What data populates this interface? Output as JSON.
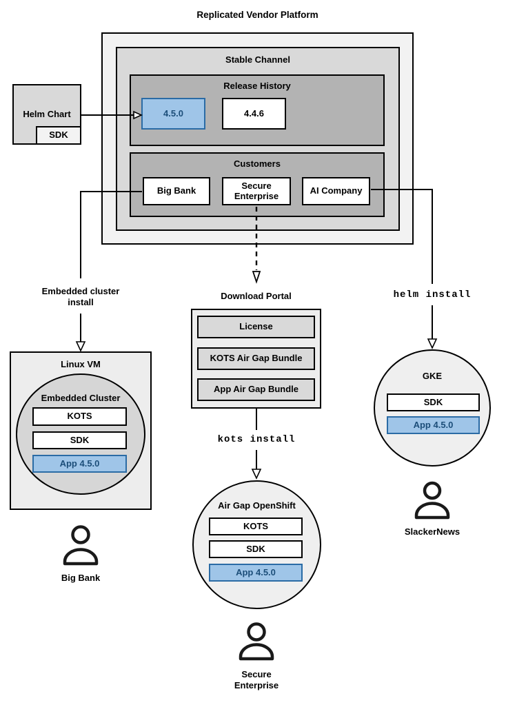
{
  "title": "Replicated Vendor Platform",
  "colors": {
    "highlight_fill": "#9fc5e8",
    "highlight_border": "#2a6ba5",
    "highlight_text": "#1c4e79",
    "panel_light": "#f2f2f2",
    "panel_mid": "#d9d9d9",
    "panel_dark": "#b3b3b3"
  },
  "stable_channel": {
    "label": "Stable Channel"
  },
  "release_history": {
    "label": "Release History",
    "releases": [
      "4.5.0",
      "4.4.6"
    ],
    "highlighted_release": "4.5.0"
  },
  "customers": {
    "label": "Customers",
    "items": [
      "Big Bank",
      "Secure Enterprise",
      "AI Company"
    ]
  },
  "helm_chart": {
    "label": "Helm Chart",
    "sdk": "SDK"
  },
  "left_flow": {
    "arrow_label": "Embedded cluster install",
    "vm": "Linux VM",
    "cluster": "Embedded Cluster",
    "components": [
      "KOTS",
      "SDK",
      "App 4.5.0"
    ],
    "user": "Big Bank"
  },
  "middle_flow": {
    "portal": "Download Portal",
    "portal_items": [
      "License",
      "KOTS Air Gap Bundle",
      "App Air Gap Bundle"
    ],
    "command": "kots install",
    "cluster": "Air Gap OpenShift",
    "components": [
      "KOTS",
      "SDK",
      "App 4.5.0"
    ],
    "user": "Secure Enterprise"
  },
  "right_flow": {
    "command": "helm install",
    "cluster": "GKE",
    "components": [
      "SDK",
      "App 4.5.0"
    ],
    "user": "SlackerNews"
  }
}
